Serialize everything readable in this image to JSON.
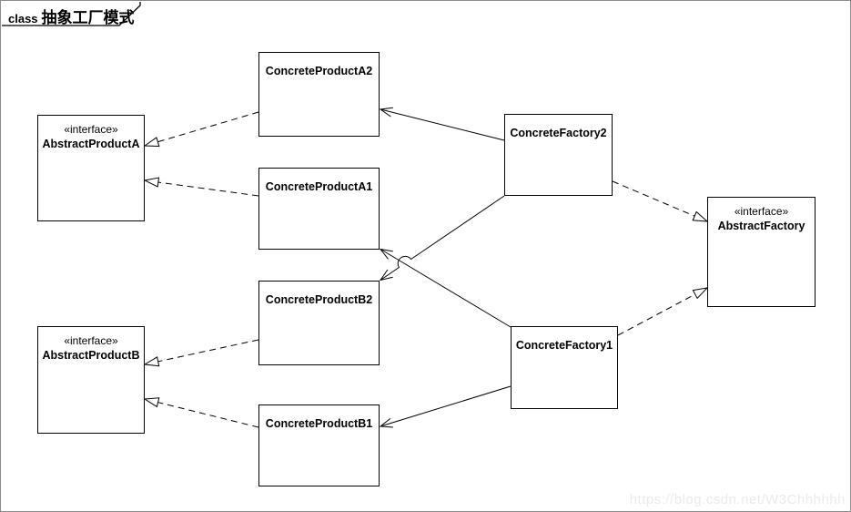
{
  "frame": {
    "keyword": "class",
    "title": "抽象工厂模式"
  },
  "watermark": {
    "text": "https://blog.csdn.net/W3Chhhhhh"
  },
  "colors": {
    "background": "#ffffff",
    "box_fill": "#ffffff",
    "box_border": "#000000",
    "line": "#000000",
    "frame_border": "#8c8c8c",
    "watermark": "#ebebeb"
  },
  "classes": [
    {
      "name": "ConcreteProductA2",
      "stereotype": ""
    },
    {
      "name": "AbstractProductA",
      "stereotype": "«interface»"
    },
    {
      "name": "ConcreteProductA1",
      "stereotype": ""
    },
    {
      "name": "ConcreteFactory2",
      "stereotype": ""
    },
    {
      "name": "AbstractFactory",
      "stereotype": "«interface»"
    },
    {
      "name": "ConcreteProductB2",
      "stereotype": ""
    },
    {
      "name": "AbstractProductB",
      "stereotype": "«interface»"
    },
    {
      "name": "ConcreteFactory1",
      "stereotype": ""
    },
    {
      "name": "ConcreteProductB1",
      "stereotype": ""
    }
  ],
  "relations": [
    {
      "type": "realization",
      "from": "ConcreteProductA2",
      "to": "AbstractProductA"
    },
    {
      "type": "realization",
      "from": "ConcreteProductA1",
      "to": "AbstractProductA"
    },
    {
      "type": "realization",
      "from": "ConcreteProductB2",
      "to": "AbstractProductB"
    },
    {
      "type": "realization",
      "from": "ConcreteProductB1",
      "to": "AbstractProductB"
    },
    {
      "type": "realization",
      "from": "ConcreteFactory2",
      "to": "AbstractFactory"
    },
    {
      "type": "realization",
      "from": "ConcreteFactory1",
      "to": "AbstractFactory"
    },
    {
      "type": "association",
      "from": "ConcreteFactory2",
      "to": "ConcreteProductA2"
    },
    {
      "type": "association",
      "from": "ConcreteFactory2",
      "to": "ConcreteProductB2"
    },
    {
      "type": "association",
      "from": "ConcreteFactory1",
      "to": "ConcreteProductA1"
    },
    {
      "type": "association",
      "from": "ConcreteFactory1",
      "to": "ConcreteProductB1"
    }
  ]
}
